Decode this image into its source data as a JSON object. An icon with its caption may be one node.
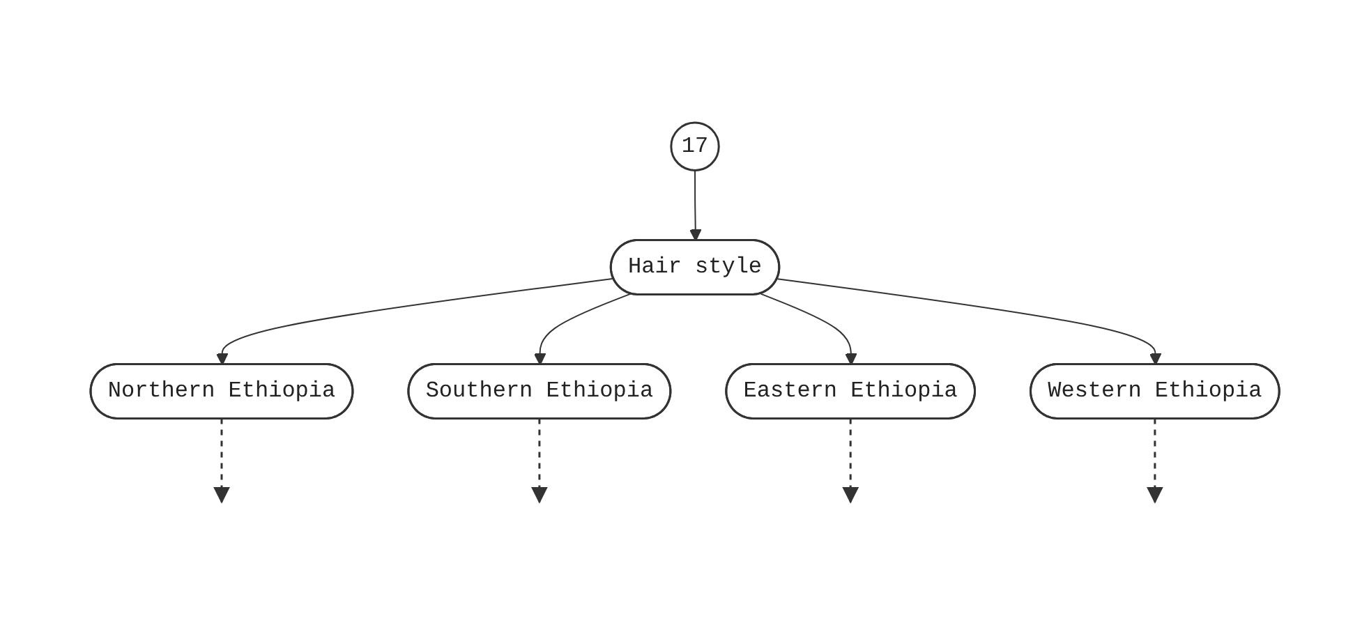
{
  "diagram": {
    "nodes": [
      {
        "text": [
          "17"
        ]
      },
      {
        "text": [
          "Hair style"
        ]
      },
      {
        "text": [
          "Northern Ethiopia"
        ]
      },
      {
        "text": [
          "Southern Ethiopia"
        ]
      },
      {
        "text": [
          "Eastern Ethiopia"
        ]
      },
      {
        "text": [
          "Western Ethiopia"
        ]
      }
    ],
    "edges": [
      {
        "from": 0,
        "to": 1,
        "arrow": "to"
      },
      {
        "from": 1,
        "to": 2,
        "arrow": "to"
      },
      {
        "from": 1,
        "to": 3,
        "arrow": "to"
      },
      {
        "from": 1,
        "to": 4,
        "arrow": "to"
      },
      {
        "from": 1,
        "to": 5,
        "arrow": "to"
      },
      {
        "from": 2,
        "to": null,
        "arrow": "to",
        "style": "dashed"
      },
      {
        "from": 3,
        "to": null,
        "arrow": "to",
        "style": "dashed"
      },
      {
        "from": 4,
        "to": null,
        "arrow": "to",
        "style": "dashed"
      },
      {
        "from": 5,
        "to": null,
        "arrow": "to",
        "style": "dashed"
      }
    ]
  }
}
